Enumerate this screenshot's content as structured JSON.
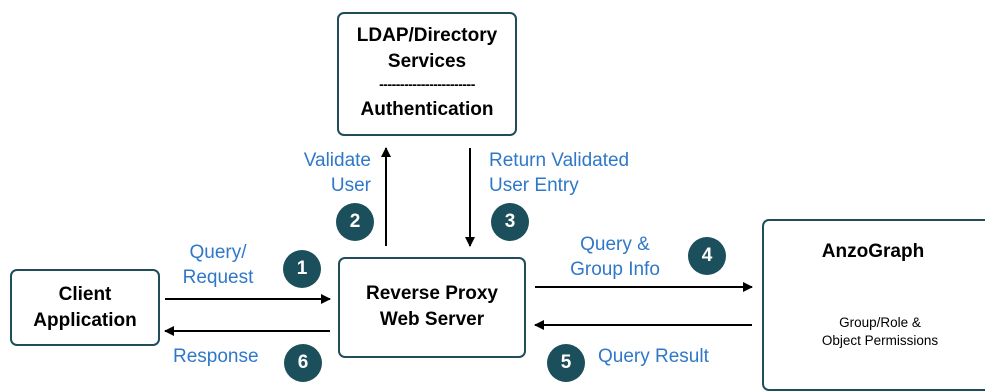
{
  "ldap": {
    "line1": "LDAP/Directory",
    "line2": "Services",
    "divider": "-----------------------",
    "line3": "Authentication"
  },
  "client": {
    "line1": "Client",
    "line2": "Application"
  },
  "proxy": {
    "line1": "Reverse Proxy",
    "line2": "Web Server"
  },
  "anzograph": {
    "title": "AnzoGraph",
    "db_line1": "Group/Role &",
    "db_line2": "Object Permissions"
  },
  "steps": [
    {
      "number": "1",
      "line1": "Query/",
      "line2": "Request"
    },
    {
      "number": "2",
      "line1": "Validate",
      "line2": "User"
    },
    {
      "number": "3",
      "line1": "Return Validated",
      "line2": "User Entry"
    },
    {
      "number": "4",
      "line1": "Query &",
      "line2": "Group Info"
    },
    {
      "number": "5",
      "line1": "Query Result"
    },
    {
      "number": "6",
      "line1": "Response"
    }
  ],
  "colors": {
    "box_border": "#1f4e5a",
    "label": "#2f78c8",
    "badge": "#1c4f5c",
    "arrow": "#000000"
  }
}
